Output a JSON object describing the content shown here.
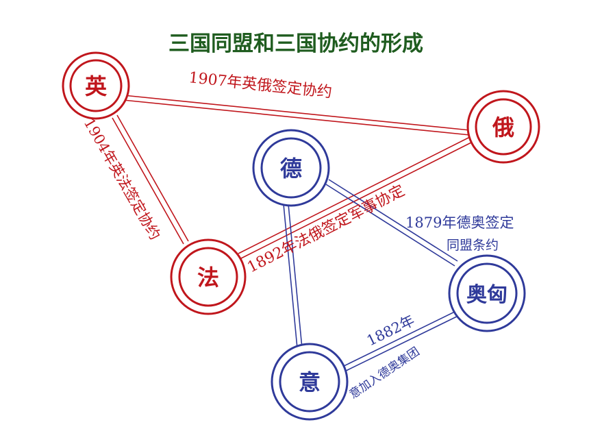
{
  "title": "三国同盟和三国协约的形成",
  "colors": {
    "title": "#1f5c1f",
    "entente": "#c0161c",
    "alliance": "#2f3a9a",
    "background": "#ffffff"
  },
  "nodes": {
    "britain": "英",
    "russia": "俄",
    "france": "法",
    "germany": "德",
    "austria": "奥匈",
    "italy": "意"
  },
  "edges": {
    "britain_russia": "1907年英俄签定协约",
    "britain_france": "1904年英法签定协约",
    "france_russia": "1892年法俄签定军事协定",
    "germany_austria_line1": "1879年德奥签定",
    "germany_austria_line2": "同盟条约",
    "italy_austria_line1": "1882年",
    "italy_austria_line2": "意加入德奥集团"
  }
}
